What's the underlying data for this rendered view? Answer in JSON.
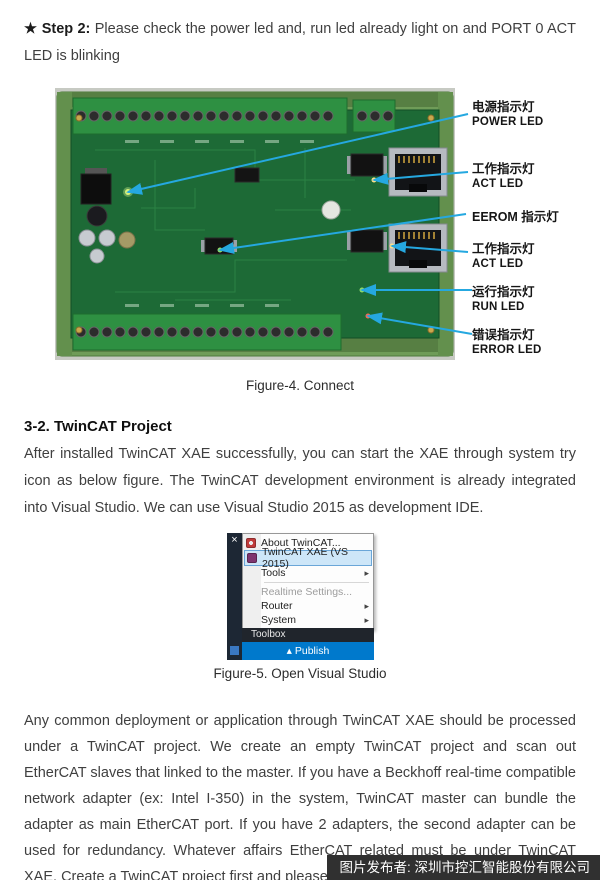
{
  "step": {
    "label": "★ Step 2:",
    "text": " Please check the power led and, run led already light on and PORT 0 ACT LED is blinking"
  },
  "figure4": {
    "caption": "Figure-4. Connect",
    "labels": [
      {
        "cn": "电源指示灯",
        "en": "POWER LED"
      },
      {
        "cn": "工作指示灯",
        "en": "ACT LED"
      },
      {
        "cn": "EEROM 指示灯",
        "en": ""
      },
      {
        "cn": "工作指示灯",
        "en": "ACT LED"
      },
      {
        "cn": "运行指示灯",
        "en": "RUN LED"
      },
      {
        "cn": "错误指示灯",
        "en": "ERROR LED"
      }
    ]
  },
  "section": {
    "heading": "3-2. TwinCAT Project",
    "para1": "After installed TwinCAT XAE successfully, you can start the XAE through system try icon as below figure. The TwinCAT development environment is already integrated into Visual Studio. We can use Visual Studio 2015 as development IDE.",
    "para2": "Any common deployment or application through TwinCAT XAE should be processed under a TwinCAT project. We create an empty TwinCAT project and scan out EtherCAT slaves that linked to the master. If you have a Beckhoff real-time compatible network adapter (ex: Intel I-350) in the system, TwinCAT master can bundle the adapter as main EtherCAT port. If you have 2 adapters, the second adapter can be used for redundancy. Whatever affairs EtherCAT related must be under TwinCAT XAE. Create a TwinCAT project first and please refer to below steps:"
  },
  "figure5": {
    "caption": "Figure-5. Open Visual Studio",
    "close_glyph": "×",
    "menu": {
      "items": [
        {
          "label": "About TwinCAT..."
        },
        {
          "label": "TwinCAT XAE (VS 2015)"
        },
        {
          "label": "Tools",
          "arrow": "▸"
        },
        {
          "label": "Realtime Settings..."
        },
        {
          "label": "Router",
          "arrow": "▸"
        },
        {
          "label": "System",
          "arrow": "▸"
        }
      ]
    },
    "toolbox_label": "Toolbox",
    "publish_caret": "▴",
    "publish_label": "Publish"
  },
  "watermark": "图片发布者: 深圳市控汇智能股份有限公司"
}
